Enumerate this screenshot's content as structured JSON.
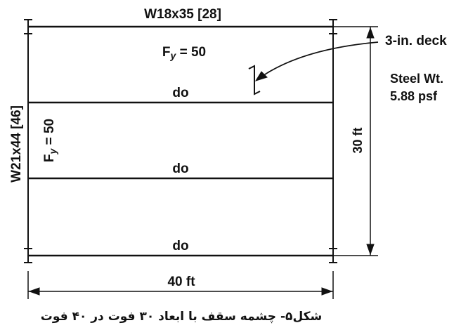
{
  "diagram": {
    "top_beam_label": "W18x35 [28]",
    "girder_label": "W21x44 [46]",
    "fy_top": {
      "base": "F",
      "sub": "y",
      "rest": " = 50"
    },
    "fy_girder": {
      "base": "F",
      "sub": "y",
      "rest": " = 50"
    },
    "beam_labels": [
      "do",
      "do",
      "do"
    ],
    "deck_label": "3-in. deck",
    "steel_wt_line1": "Steel Wt.",
    "steel_wt_line2": "5.88 psf",
    "height_dim": "30 ft",
    "width_dim": "40 ft",
    "caption": "شکل۵- چشمه سقف با ابعاد ۳۰ فوت در ۴۰ فوت"
  }
}
